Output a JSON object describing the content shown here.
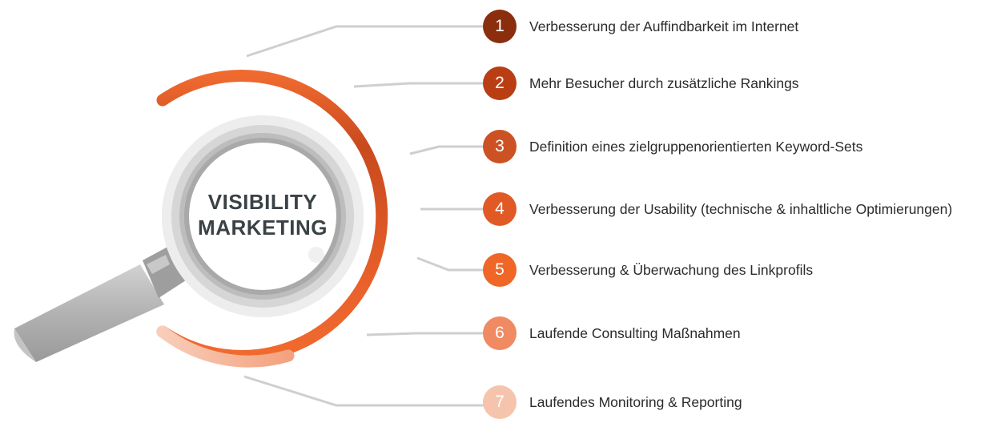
{
  "center": {
    "line1": "VISIBILITY",
    "line2": "MARKETING"
  },
  "items": [
    {
      "number": "1",
      "label": "Verbesserung der Auffindbarkeit im Internet",
      "color": "#8a2e0e"
    },
    {
      "number": "2",
      "label": "Mehr Besucher durch zusätzliche Rankings",
      "color": "#b93e14"
    },
    {
      "number": "3",
      "label": "Definition eines zielgruppenorientierten Keyword-Sets",
      "color": "#cc5224"
    },
    {
      "number": "4",
      "label": "Verbesserung der Usability (technische & inhaltliche Optimierungen)",
      "color": "#e15a26"
    },
    {
      "number": "5",
      "label": "Verbesserung & Überwachung des Linkprofils",
      "color": "#ef6627"
    },
    {
      "number": "6",
      "label": "Laufende Consulting Maßnahmen",
      "color": "#ef8a62"
    },
    {
      "number": "7",
      "label": "Laufendes Monitoring & Reporting",
      "color": "#f6c4ac"
    }
  ],
  "colors": {
    "arc_start": "#f06a2f",
    "arc_mid": "#c84a1e",
    "arc_light": "#f9c9b3",
    "connector": "#cfcfcf",
    "lens_ring": "#b8b8b8",
    "handle": "#a8a8a8"
  }
}
